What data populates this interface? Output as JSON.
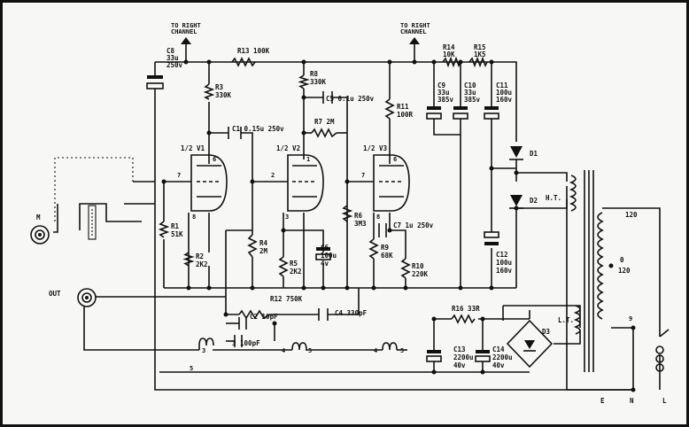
{
  "labels": {
    "to_right_1": "TO RIGHT",
    "channel_1": "CHANNEL",
    "to_right_2": "TO RIGHT",
    "channel_2": "CHANNEL",
    "r13": "R13 100K",
    "r8": "R8",
    "r8v": "330K",
    "r14": "R14",
    "r14v": "10K",
    "r15": "R15",
    "r15v": "1K5",
    "c8": "C8",
    "c8v1": "33u",
    "c8v2": "250v",
    "r3": "R3",
    "r3v": "330K",
    "c5": "C5 0.1u 250v",
    "r7": "R7 2M",
    "r11": "R11",
    "r11v": "100R",
    "c9": "C9",
    "c9v1": "33u",
    "c9v2": "385v",
    "c10": "C10",
    "c10v1": "33u",
    "c10v2": "385v",
    "c11": "C11",
    "c11v1": "100u",
    "c11v2": "160v",
    "c1": "C1 0.15u 250v",
    "v1": "1/2 V1",
    "v2": "1/2 V2",
    "v3": "1/2 V3",
    "d1": "D1",
    "d2": "D2",
    "ht": "H.T.",
    "n120": "120",
    "n0": "0",
    "n120b": "120",
    "r1": "R1",
    "r1v": "51K",
    "r2": "R2",
    "r2v": "2K2",
    "r4": "R4",
    "r4v": "2M",
    "r5": "R5",
    "r5v": "2K2",
    "c6": "C6",
    "c6v1": "100u",
    "c6v2": "4v",
    "r6": "R6",
    "r6v": "3M3",
    "c7": "C7 1u 250v",
    "r9": "R9",
    "r9v": "68K",
    "r10": "R10",
    "r10v": "220K",
    "c12": "C12",
    "c12v1": "100u",
    "c12v2": "160v",
    "m": "M",
    "out": "OUT",
    "r12": "R12 750K",
    "c2": "C2 10pF",
    "c4": "C4 330pF",
    "c3": "3 100pF",
    "r16": "R16 33R",
    "lt": "L.T.",
    "d3": "D3",
    "c13": "C13",
    "c13v1": "2200u",
    "c13v2": "40v",
    "c14": "C14",
    "c14v1": "2200u",
    "c14v2": "40v",
    "e": "E",
    "n": "N",
    "l": "L",
    "p7a": "7",
    "p6a": "6",
    "p8a": "8",
    "p2": "2",
    "p1": "1",
    "p3": "3",
    "p7b": "7",
    "p6b": "6",
    "p8b": "8",
    "p3a": "3",
    "p4a": "4",
    "p5a": "5",
    "p4b": "4",
    "p5b": "5",
    "p5c": "5",
    "p9": "9"
  }
}
